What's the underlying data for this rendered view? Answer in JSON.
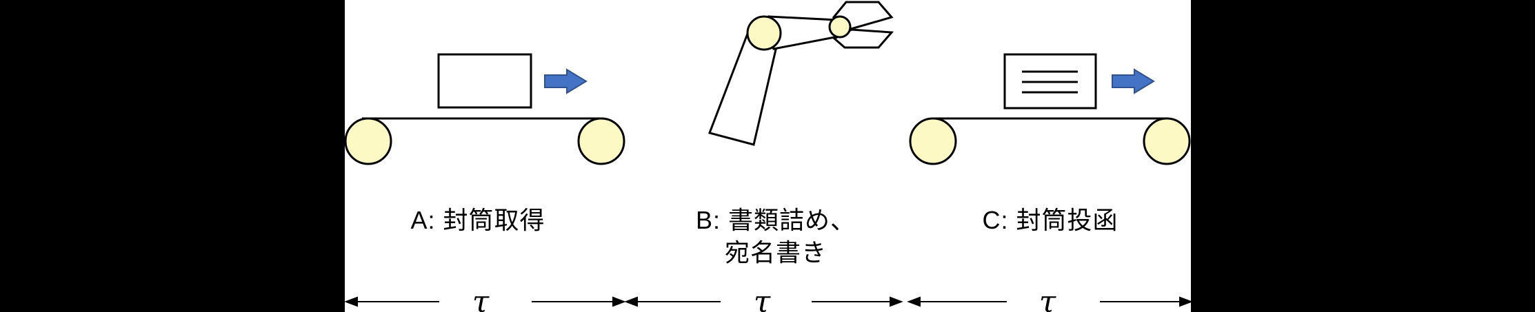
{
  "slide": {
    "description": "three-station mail assembly line diagram",
    "background": "#000000",
    "canvas_background": "#ffffff"
  },
  "labels": {
    "station_a": "A: 封筒取得",
    "station_b_line1": "B: 書類詰め、",
    "station_b_line2": "宛名書き",
    "station_c": "C: 封筒投函"
  },
  "symbols": {
    "tau": "τ"
  },
  "colors": {
    "page-bg": "#000000",
    "canvas-bg": "#ffffff",
    "shape-stroke": "#000000",
    "roller-fill": "#fcf9c4",
    "arrow-fill": "#4472c4",
    "arrow-stroke": "#2f528f",
    "text-color": "#000000"
  },
  "icons": {
    "station_a_graphic": "conveyor-belt-with-blank-envelope",
    "station_b_graphic": "robot-arm-with-gripper",
    "station_c_graphic": "conveyor-belt-with-addressed-envelope",
    "flow_arrow": "blue-block-arrow-right",
    "interval_arrow": "double-headed-dimension-arrow"
  }
}
